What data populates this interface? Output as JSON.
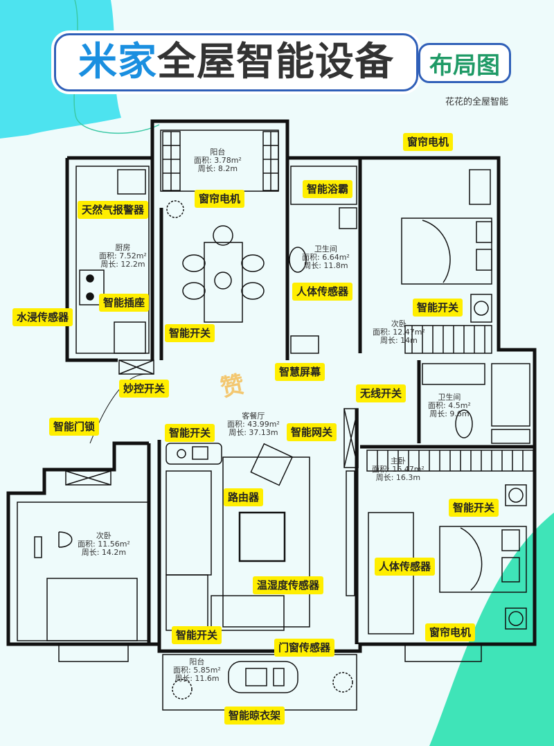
{
  "header": {
    "title_part1": "米家",
    "title_part2": "全屋智能设备",
    "badge": "布局图",
    "author": "花花的全屋智能"
  },
  "colors": {
    "background": "#eefbfb",
    "cyan_blob": "#4de3ef",
    "green_blob": "#3fe4b8",
    "title_blue": "#1a8fe0",
    "badge_green": "#1f9a66",
    "label_yellow": "#ffee00",
    "title_border": "#2f5fb8"
  },
  "rooms": [
    {
      "id": "balcony-north",
      "name": "阳台",
      "area": "面积: 3.78m²",
      "perimeter": "周长: 8.2m"
    },
    {
      "id": "kitchen",
      "name": "厨房",
      "area": "面积: 7.52m²",
      "perimeter": "周长: 12.2m"
    },
    {
      "id": "bathroom-1",
      "name": "卫生间",
      "area": "面积: 6.64m²",
      "perimeter": "周长: 11.8m"
    },
    {
      "id": "secondary-bedroom-ne",
      "name": "次卧",
      "area": "面积: 12.47m²",
      "perimeter": "周长: 14m"
    },
    {
      "id": "living-dining",
      "name": "客餐厅",
      "area": "面积: 43.99m²",
      "perimeter": "周长: 37.13m"
    },
    {
      "id": "bathroom-2",
      "name": "卫生间",
      "area": "面积: 4.5m²",
      "perimeter": "周长: 9.6m"
    },
    {
      "id": "master-bedroom",
      "name": "主卧",
      "area": "面积: 16.47m²",
      "perimeter": "周长: 16.3m"
    },
    {
      "id": "secondary-bedroom-sw",
      "name": "次卧",
      "area": "面积: 11.56m²",
      "perimeter": "周长: 14.2m"
    },
    {
      "id": "balcony-south",
      "name": "阳台",
      "area": "面积: 5.85m²",
      "perimeter": "周长: 11.6m"
    }
  ],
  "devices": [
    {
      "label": "窗帘电机"
    },
    {
      "label": "窗帘电机"
    },
    {
      "label": "天然气报警器"
    },
    {
      "label": "智能浴霸"
    },
    {
      "label": "智能插座"
    },
    {
      "label": "人体传感器"
    },
    {
      "label": "水浸传感器"
    },
    {
      "label": "智能开关"
    },
    {
      "label": "智能开关"
    },
    {
      "label": "智慧屏幕"
    },
    {
      "label": "妙控开关"
    },
    {
      "label": "无线开关"
    },
    {
      "label": "智能门锁"
    },
    {
      "label": "智能开关"
    },
    {
      "label": "智能网关"
    },
    {
      "label": "路由器"
    },
    {
      "label": "智能开关"
    },
    {
      "label": "人体传感器"
    },
    {
      "label": "温湿度传感器"
    },
    {
      "label": "智能开关"
    },
    {
      "label": "窗帘电机"
    },
    {
      "label": "门窗传感器"
    },
    {
      "label": "智能晾衣架"
    }
  ],
  "stamp": "赞"
}
